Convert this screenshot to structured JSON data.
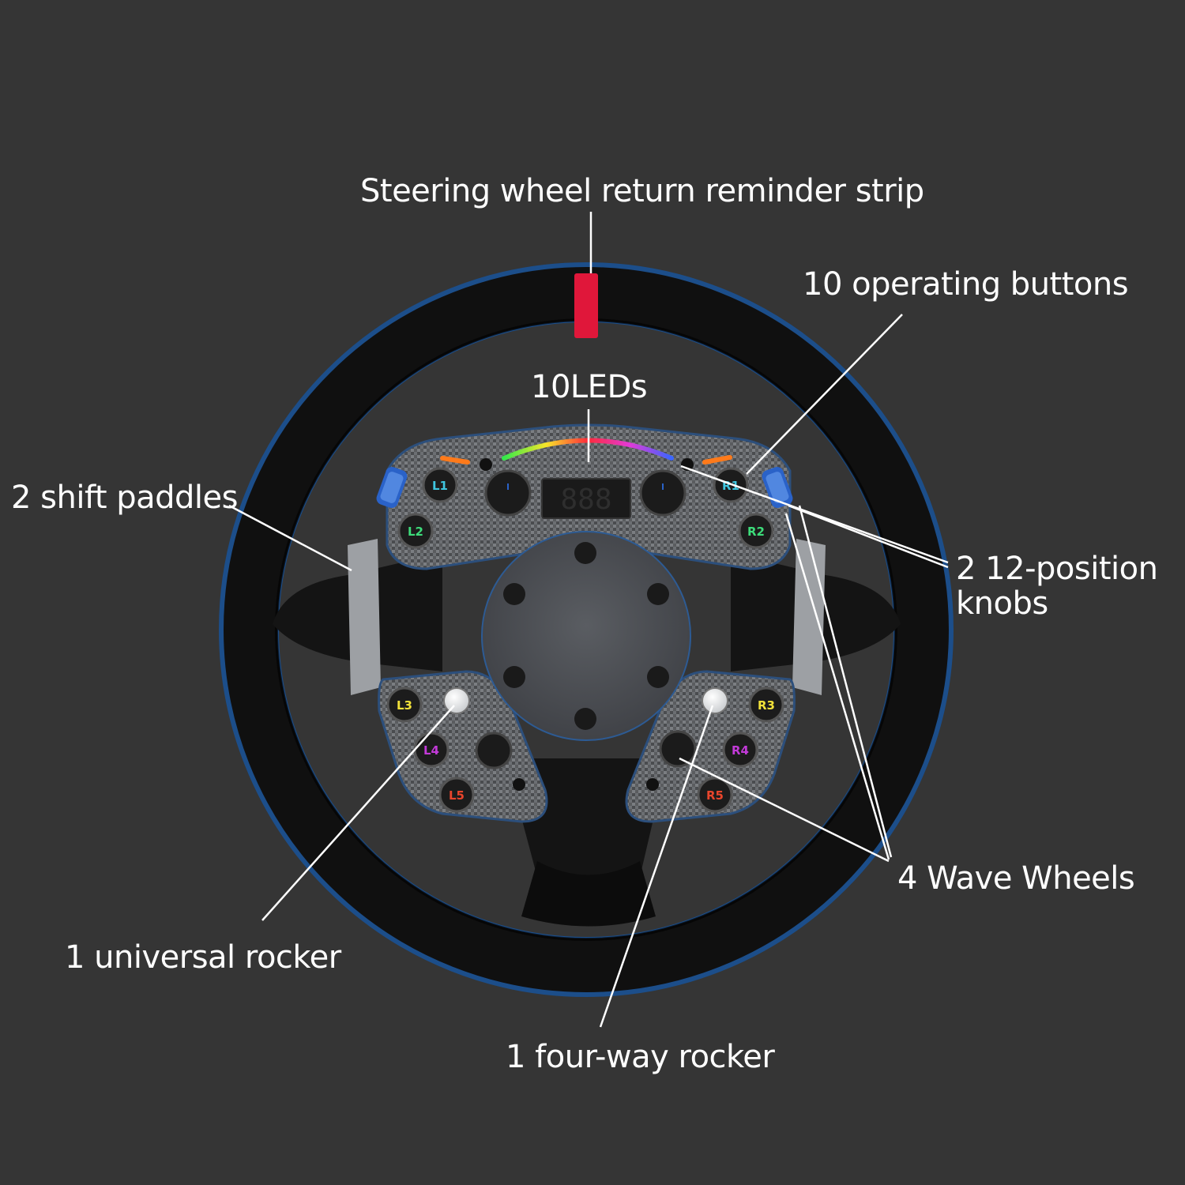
{
  "annotations": {
    "return_strip": "Steering wheel return reminder strip",
    "operating_buttons": "10 operating buttons",
    "leds": "10LEDs",
    "shift_paddles": "2 shift paddles",
    "knobs_line1": "2 12-position",
    "knobs_line2": "knobs",
    "wave_wheels": "4 Wave Wheels",
    "universal_rocker": "1 universal rocker",
    "four_way_rocker": "1 four-way rocker"
  },
  "wheel": {
    "buttons": {
      "l1": "L1",
      "l2": "L2",
      "l3": "L3",
      "l4": "L4",
      "l5": "L5",
      "r1": "R1",
      "r2": "R2",
      "r3": "R3",
      "r4": "R4",
      "r5": "R5"
    },
    "button_colors": {
      "l1": "#3fc6e0",
      "l2": "#3ddc7a",
      "l3": "#f2e23a",
      "l4": "#c23ad8",
      "l5": "#e8452c",
      "r1": "#3fc6e0",
      "r2": "#3ddc7a",
      "r3": "#f2e23a",
      "r4": "#c23ad8",
      "r5": "#e8452c"
    },
    "display": "888",
    "colors": {
      "background": "#353535",
      "rim": "#101010",
      "rim_edge": "#1c4e8a",
      "return_strip": "#e0173a",
      "center_hub": "#4a4d52",
      "paddle": "#b8bbbf",
      "knob_accent": "#2a62c8",
      "led_edge": "#ff7a1a"
    },
    "icons": {
      "universal_rocker": "white-joystick-cap",
      "four_way_rocker": "white-joystick-cap",
      "knob": "12-position-rotary-knob",
      "wave_wheel": "blue-scroll-wheel"
    }
  }
}
